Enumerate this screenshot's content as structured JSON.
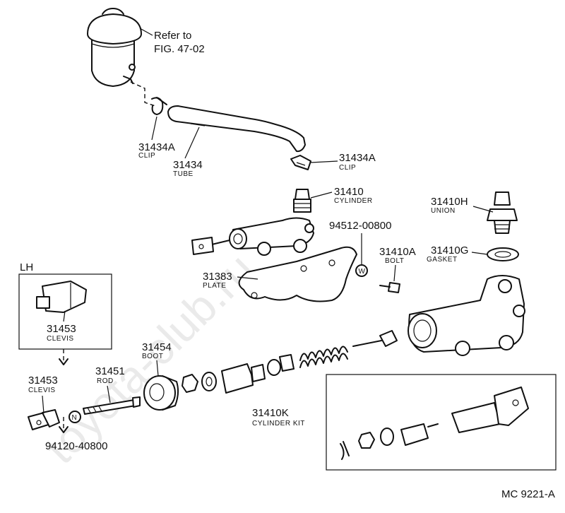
{
  "watermark": "toyota-club.ru",
  "refer_note": {
    "line1": "Refer to",
    "line2": "FIG. 47-02"
  },
  "figure_code": "MC  9221-A",
  "inset_label": "LH",
  "parts": {
    "p31434A_upper": {
      "number": "31434A",
      "name": "CLIP"
    },
    "p31434": {
      "number": "31434",
      "name": "TUBE"
    },
    "p31434A_right": {
      "number": "31434A",
      "name": "CLIP"
    },
    "p31410": {
      "number": "31410",
      "name": "CYLINDER"
    },
    "p31410H": {
      "number": "31410H",
      "name": "UNION"
    },
    "p94512": {
      "number": "94512-00800",
      "symbol": "W"
    },
    "p31410A": {
      "number": "31410A",
      "name": "BOLT"
    },
    "p31410G": {
      "number": "31410G",
      "name": "GASKET"
    },
    "p31383": {
      "number": "31383",
      "name": "PLATE"
    },
    "p31453_inset": {
      "number": "31453",
      "name": "CLEVIS"
    },
    "p31454": {
      "number": "31454",
      "name": "BOOT"
    },
    "p31453": {
      "number": "31453",
      "name": "CLEVIS"
    },
    "p31451": {
      "number": "31451",
      "name": "ROD"
    },
    "p94120": {
      "number": "94120-40800",
      "symbol": "N"
    },
    "p31410K": {
      "number": "31410K",
      "name": "CYLINDER KIT"
    }
  }
}
